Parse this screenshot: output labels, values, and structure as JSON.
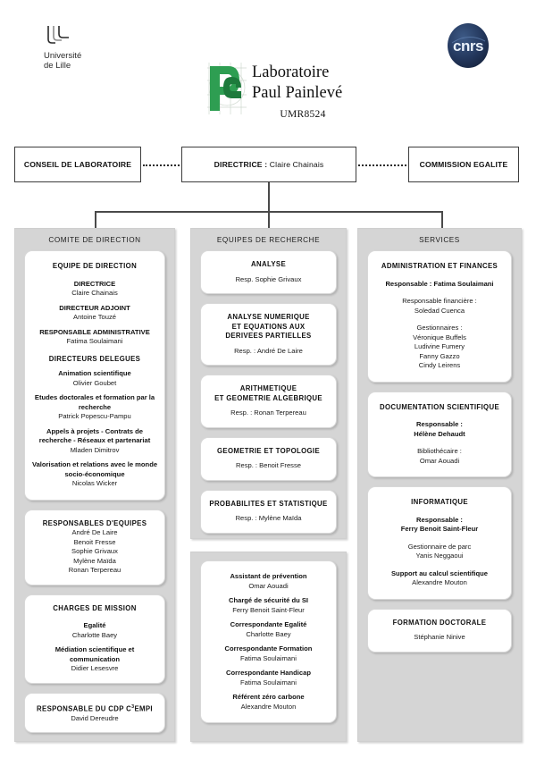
{
  "header": {
    "university_logo": {
      "name": "Université de Lille",
      "line1": "Université",
      "line2": "de Lille"
    },
    "cnrs_logo": {
      "name": "CNRS",
      "text": "cnrs",
      "color": "#20304f"
    },
    "lab_logo": {
      "name": "Laboratoire Paul Painlevé",
      "title_line1": "Laboratoire",
      "title_line2": "Paul Painlevé",
      "umr": "UMR8524",
      "color": "#2e9e52"
    }
  },
  "top_row": {
    "conseil": "CONSEIL DE LABORATOIRE",
    "directrice_label": "DIRECTRICE :",
    "directrice_name": "Claire Chainais",
    "commission": "COMMISSION EGALITE"
  },
  "columns": {
    "comite": {
      "title": "COMITE DE DIRECTION",
      "cards": [
        {
          "title": "EQUIPE DE DIRECTION",
          "roles": [
            {
              "role": "DIRECTRICE",
              "person": "Claire Chainais"
            },
            {
              "role": "DIRECTEUR ADJOINT",
              "person": "Antoine Touzé"
            },
            {
              "role": "RESPONSABLE ADMINISTRATIVE",
              "person": "Fatima Soulaimani"
            }
          ],
          "subheading": "DIRECTEURS DELEGUES",
          "delegates": [
            {
              "role": "Animation scientifique",
              "person": "Olivier Goubet"
            },
            {
              "role": "Etudes doctorales et formation par la recherche",
              "person": "Patrick Popescu-Pampu"
            },
            {
              "role": "Appels à projets - Contrats de recherche - Réseaux et partenariat",
              "person": "Mladen Dimitrov"
            },
            {
              "role": "Valorisation et relations avec le monde socio-économique",
              "person": "Nicolas Wicker"
            }
          ]
        },
        {
          "title": "RESPONSABLES D'EQUIPES",
          "people": [
            "André De Laire",
            "Benoit Fresse",
            "Sophie Grivaux",
            "Mylène Maïda",
            "Ronan Terpereau"
          ]
        },
        {
          "title": "CHARGES DE MISSION",
          "roles": [
            {
              "role": "Egalité",
              "person": "Charlotte Baey"
            },
            {
              "role": "Médiation scientifique et communication",
              "person": "Didier Lesesvre"
            }
          ]
        },
        {
          "title_pre": "RESPONSABLE DU CDP C",
          "title_sup": "3",
          "title_post": "EMPI",
          "person": "David Dereudre"
        }
      ]
    },
    "equipes": {
      "title": "EQUIPES DE RECHERCHE",
      "teams": [
        {
          "name_lines": [
            "ANALYSE"
          ],
          "resp": "Resp. Sophie Grivaux"
        },
        {
          "name_lines": [
            "ANALYSE NUMERIQUE",
            "ET EQUATIONS AUX",
            "DERIVEES PARTIELLES"
          ],
          "resp": "Resp. : André De Laire"
        },
        {
          "name_lines": [
            "ARITHMETIQUE",
            "ET GEOMETRIE ALGEBRIQUE"
          ],
          "resp": "Resp. : Ronan Terpereau"
        },
        {
          "name_lines": [
            "GEOMETRIE ET TOPOLOGIE"
          ],
          "resp": "Resp. : Benoit Fresse"
        },
        {
          "name_lines": [
            "PROBABILITES ET STATISTIQUE"
          ],
          "resp": "Resp. : Mylène Maïda"
        }
      ],
      "prevention": [
        {
          "role": "Assistant de prévention",
          "person": "Omar Aouadi"
        },
        {
          "role": "Chargé de sécurité du SI",
          "person": "Ferry Benoit Saint-Fleur"
        },
        {
          "role": "Correspondante Egalité",
          "person": "Charlotte Baey"
        },
        {
          "role": "Correspondante Formation",
          "person": "Fatima Soulaimani"
        },
        {
          "role": "Correspondante Handicap",
          "person": "Fatima Soulaimani"
        },
        {
          "role": "Référent zéro carbone",
          "person": "Alexandre Mouton"
        }
      ]
    },
    "services": {
      "title": "SERVICES",
      "cards": [
        {
          "title": "ADMINISTRATION ET FINANCES",
          "lead": "Responsable : Fatima Soulaimani",
          "groups": [
            {
              "label": "Responsable financière :",
              "people": [
                "Soledad Cuenca"
              ]
            },
            {
              "label": "Gestionnaires :",
              "people": [
                "Véronique Buffels",
                "Ludivine Fumery",
                "Fanny Gazzo",
                "Cindy Leirens"
              ]
            }
          ]
        },
        {
          "title": "DOCUMENTATION SCIENTIFIQUE",
          "lead_label": "Responsable :",
          "lead_person": "Hélène Dehaudt",
          "groups": [
            {
              "label": "Bibliothécaire :",
              "people": [
                "Omar Aouadi"
              ]
            }
          ]
        },
        {
          "title": "INFORMATIQUE",
          "lead_label": "Responsable :",
          "lead_person": "Ferry Benoit Saint-Fleur",
          "groups": [
            {
              "label": "Gestionnaire de parc",
              "people": [
                "Yanis Neggaoui"
              ]
            },
            {
              "label": "Support au calcul scientifique",
              "people": [
                "Alexandre Mouton"
              ],
              "bold_label": true
            }
          ]
        },
        {
          "title": "FORMATION DOCTORALE",
          "person": "Stéphanie Ninive"
        }
      ]
    }
  }
}
